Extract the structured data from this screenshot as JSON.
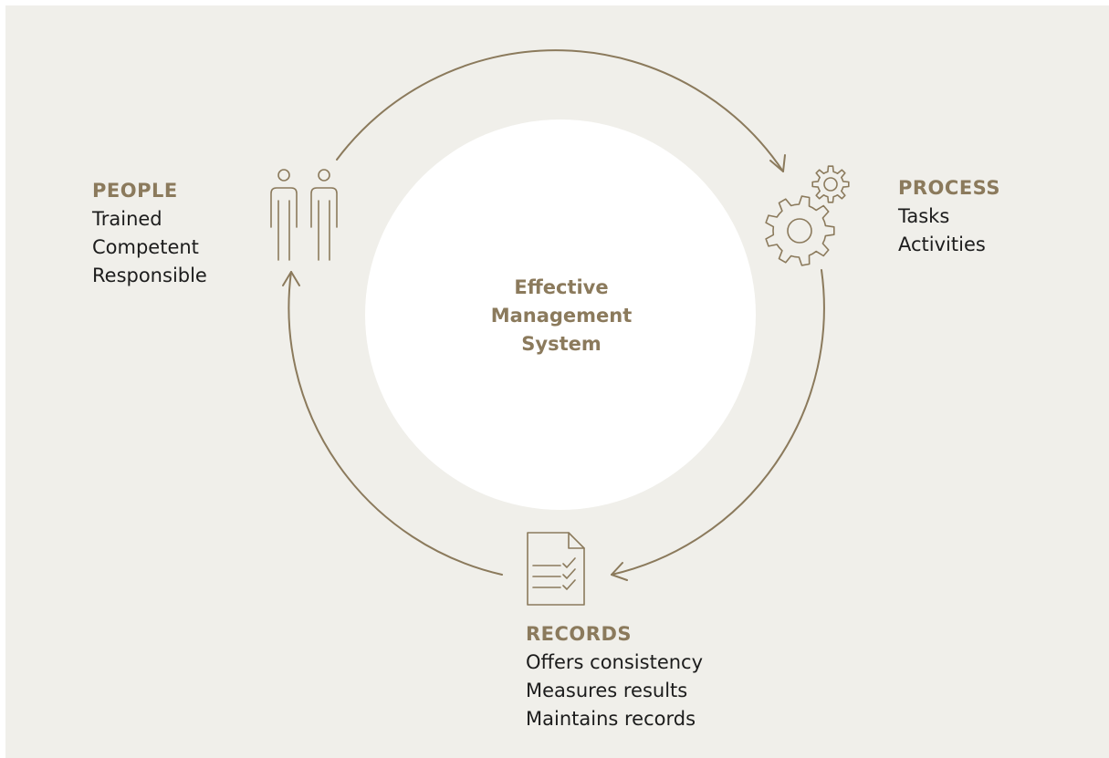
{
  "center": {
    "lines": [
      "Effective",
      "Management",
      "System"
    ]
  },
  "groups": {
    "people": {
      "heading": "PEOPLE",
      "items": [
        "Trained",
        "Competent",
        "Responsible"
      ]
    },
    "process": {
      "heading": "PROCESS",
      "items": [
        "Tasks",
        "Activities"
      ]
    },
    "records": {
      "heading": "RECORDS",
      "items": [
        "Offers consistency",
        "Measures results",
        "Maintains records"
      ]
    }
  },
  "icons": {
    "people": "people-icon",
    "process": "gears-icon",
    "records": "document-checklist-icon"
  },
  "colors": {
    "accent": "#8b7a5c",
    "background": "#f0efea",
    "center_fill": "#ffffff",
    "text": "#1c1c1c"
  }
}
